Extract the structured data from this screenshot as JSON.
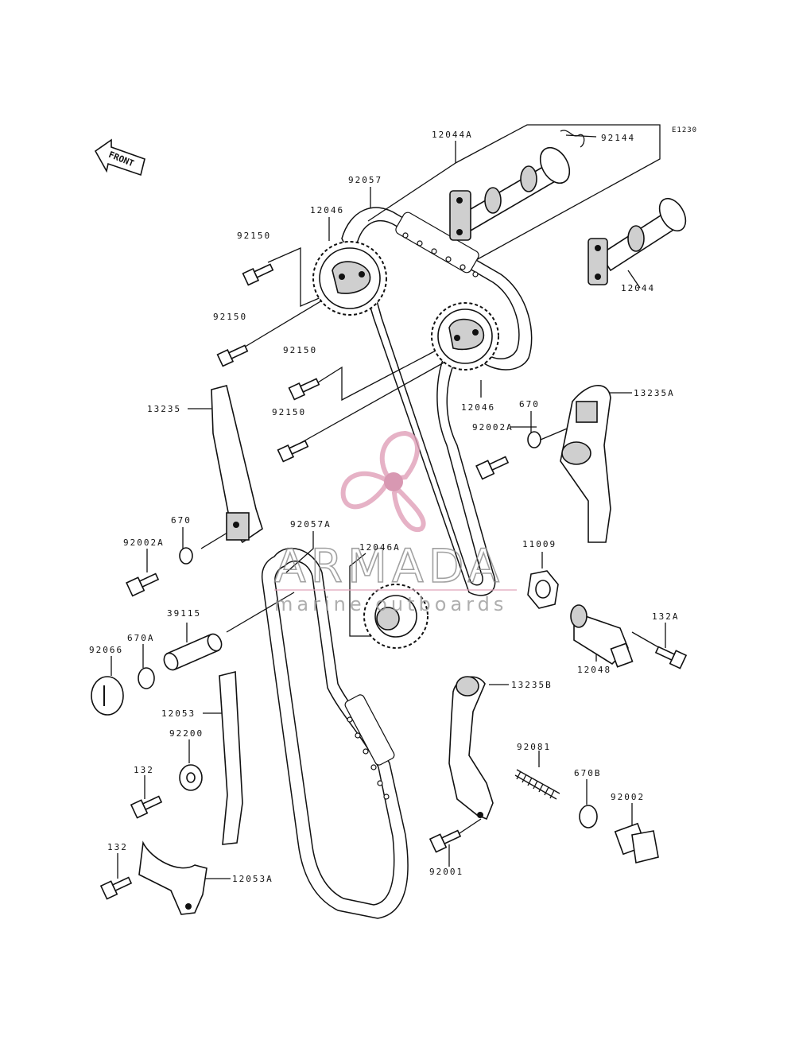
{
  "diagram": {
    "figure_ref": "E1230",
    "front_label": "FRONT",
    "parts": [
      {
        "key": "p12044A",
        "label": "12044A"
      },
      {
        "key": "p92144",
        "label": "92144"
      },
      {
        "key": "p92057",
        "label": "92057"
      },
      {
        "key": "p12046_top",
        "label": "12046"
      },
      {
        "key": "p92150_a",
        "label": "92150"
      },
      {
        "key": "p92150_b",
        "label": "92150"
      },
      {
        "key": "p92150_c",
        "label": "92150"
      },
      {
        "key": "p92150_d",
        "label": "92150"
      },
      {
        "key": "p12044",
        "label": "12044"
      },
      {
        "key": "p12046_right",
        "label": "12046"
      },
      {
        "key": "p13235A",
        "label": "13235A"
      },
      {
        "key": "p670_right",
        "label": "670"
      },
      {
        "key": "p92002A_right",
        "label": "92002A"
      },
      {
        "key": "p13235",
        "label": "13235"
      },
      {
        "key": "p670_left",
        "label": "670"
      },
      {
        "key": "p92002A_left",
        "label": "92002A"
      },
      {
        "key": "p92057A",
        "label": "92057A"
      },
      {
        "key": "p12046A",
        "label": "12046A"
      },
      {
        "key": "p11009",
        "label": "11009"
      },
      {
        "key": "p39115",
        "label": "39115"
      },
      {
        "key": "p670A",
        "label": "670A"
      },
      {
        "key": "p92066",
        "label": "92066"
      },
      {
        "key": "p132A",
        "label": "132A"
      },
      {
        "key": "p12048",
        "label": "12048"
      },
      {
        "key": "p12053",
        "label": "12053"
      },
      {
        "key": "p13235B",
        "label": "13235B"
      },
      {
        "key": "p92200",
        "label": "92200"
      },
      {
        "key": "p92081",
        "label": "92081"
      },
      {
        "key": "p132_a",
        "label": "132"
      },
      {
        "key": "p670B",
        "label": "670B"
      },
      {
        "key": "p92002",
        "label": "92002"
      },
      {
        "key": "p132_b",
        "label": "132"
      },
      {
        "key": "p12053A",
        "label": "12053A"
      },
      {
        "key": "p92001",
        "label": "92001"
      }
    ]
  },
  "watermark": {
    "brand": "ARMADA",
    "tagline": "marine outboards",
    "logo_color": "#e0a0b8",
    "logo_center_color": "#cf7fa0"
  }
}
